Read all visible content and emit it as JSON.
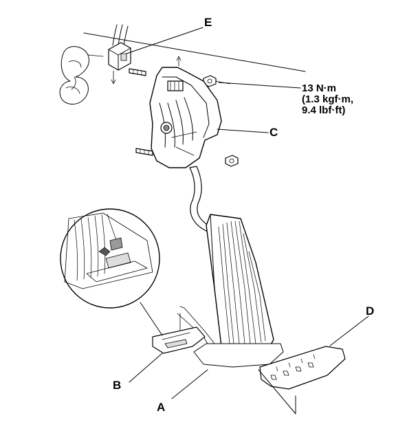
{
  "callouts": {
    "a": "A",
    "b": "B",
    "c": "C",
    "d": "D",
    "e": "E"
  },
  "torque_spec": {
    "line1": "13 N·m",
    "line2": "(1.3 kgf·m,",
    "line3": "9.4 lbf·ft)"
  },
  "colors": {
    "line": "#000000",
    "fill": "#ffffff",
    "shade": "#dcdcdc",
    "dark": "#555555"
  }
}
